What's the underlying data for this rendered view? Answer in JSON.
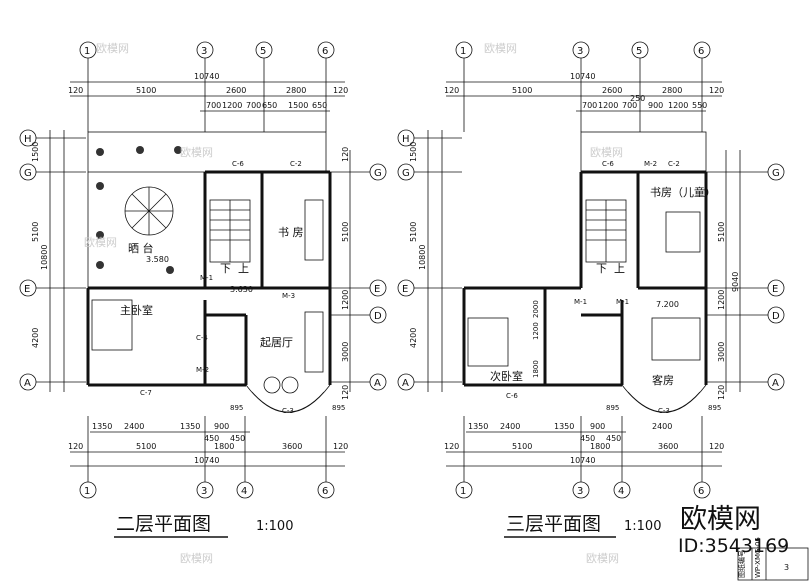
{
  "plan2": {
    "title": "二层平面图",
    "scale": "1:100",
    "rooms": {
      "terrace": "晒  台",
      "study": "书  房",
      "master": "主卧室",
      "living": "起居厅",
      "stair_down": "下",
      "stair_up": "上"
    },
    "levels": {
      "terrace": "3.580",
      "hall": "3.630"
    },
    "top_dims": {
      "total": "10740",
      "d1": "5100",
      "d2": "2600",
      "d3": "2800",
      "left": "120",
      "right": "120",
      "s1": "700",
      "s2": "1200",
      "s3": "700",
      "s4": "650",
      "s5": "1500",
      "s6": "650"
    },
    "bottom_dims": {
      "total": "10740",
      "d1": "5100",
      "d2": "1800",
      "d3": "3600",
      "left": "120",
      "right": "120",
      "s1": "1350",
      "s2": "2400",
      "s3": "1350",
      "s4": "900",
      "s5": "450",
      "s6": "450"
    },
    "left_dims": {
      "total": "10800",
      "d1": "1500",
      "d2": "5100",
      "d3": "4200"
    },
    "right_dims": {
      "d1": "120",
      "d2": "5100",
      "d3": "1200",
      "d4": "3000",
      "d5": "120"
    },
    "labels": {
      "c6": "C-6",
      "c2": "C-2",
      "c7": "C-7",
      "c3": "C-3",
      "c4": "C-4",
      "m1": "M-1",
      "m2": "M-2",
      "m3": "M-3",
      "d895a": "895",
      "d895b": "895"
    },
    "axes_top": [
      "1",
      "3",
      "5",
      "6"
    ],
    "axes_bottom": [
      "1",
      "3",
      "4",
      "6"
    ],
    "axes_left": [
      "H",
      "G",
      "E",
      "A"
    ],
    "axes_right": [
      "G",
      "E",
      "D",
      "A"
    ]
  },
  "plan3": {
    "title": "三层平面图",
    "scale": "1:100",
    "rooms": {
      "study": "书房（儿童）",
      "second": "次卧室",
      "guest": "客房",
      "stair_down": "下",
      "stair_up": "上"
    },
    "levels": {
      "room": "7.200"
    },
    "top_dims": {
      "total": "10740",
      "d1": "5100",
      "d2": "2600",
      "d3": "2800",
      "left": "120",
      "right": "120",
      "s1": "700",
      "s2": "1200",
      "s3": "700",
      "s4": "900",
      "s5": "1200",
      "s6": "550",
      "s7": "250"
    },
    "bottom_dims": {
      "total": "10740",
      "d1": "5100",
      "d2": "1800",
      "d3": "3600",
      "left": "120",
      "right": "120",
      "s1": "1350",
      "s2": "2400",
      "s3": "1350",
      "s4": "900",
      "s5": "450",
      "s6": "450",
      "s7": "2400"
    },
    "left_dims": {
      "total": "10800",
      "d1": "1500",
      "d2": "5100",
      "d3": "4200"
    },
    "right_dims": {
      "total": "9040",
      "d1": "5100",
      "d2": "1200",
      "d3": "3000",
      "d4": "120"
    },
    "labels": {
      "c6": "C-6",
      "c2": "C-2",
      "c3": "C-3",
      "c6b": "C-6",
      "m1": "M-1",
      "m2": "M-2",
      "m1b": "M-1",
      "d895a": "895",
      "d895b": "895",
      "d1800": "1800",
      "d1200": "1200",
      "d2000": "2000"
    },
    "axes_top": [
      "1",
      "3",
      "5",
      "6"
    ],
    "axes_bottom": [
      "1",
      "3",
      "4",
      "6"
    ],
    "axes_left": [
      "H",
      "G",
      "E",
      "A"
    ],
    "axes_right": [
      "G",
      "E",
      "D",
      "A"
    ]
  },
  "watermark": {
    "brand": "欧模网",
    "id": "ID:3543169",
    "small": "欧模网"
  },
  "title_block": {
    "text": "WP-XMG-06",
    "page": "3",
    "label": "图纸编号"
  },
  "colors": {
    "line": "#111111",
    "watermark": "#cccccc"
  }
}
